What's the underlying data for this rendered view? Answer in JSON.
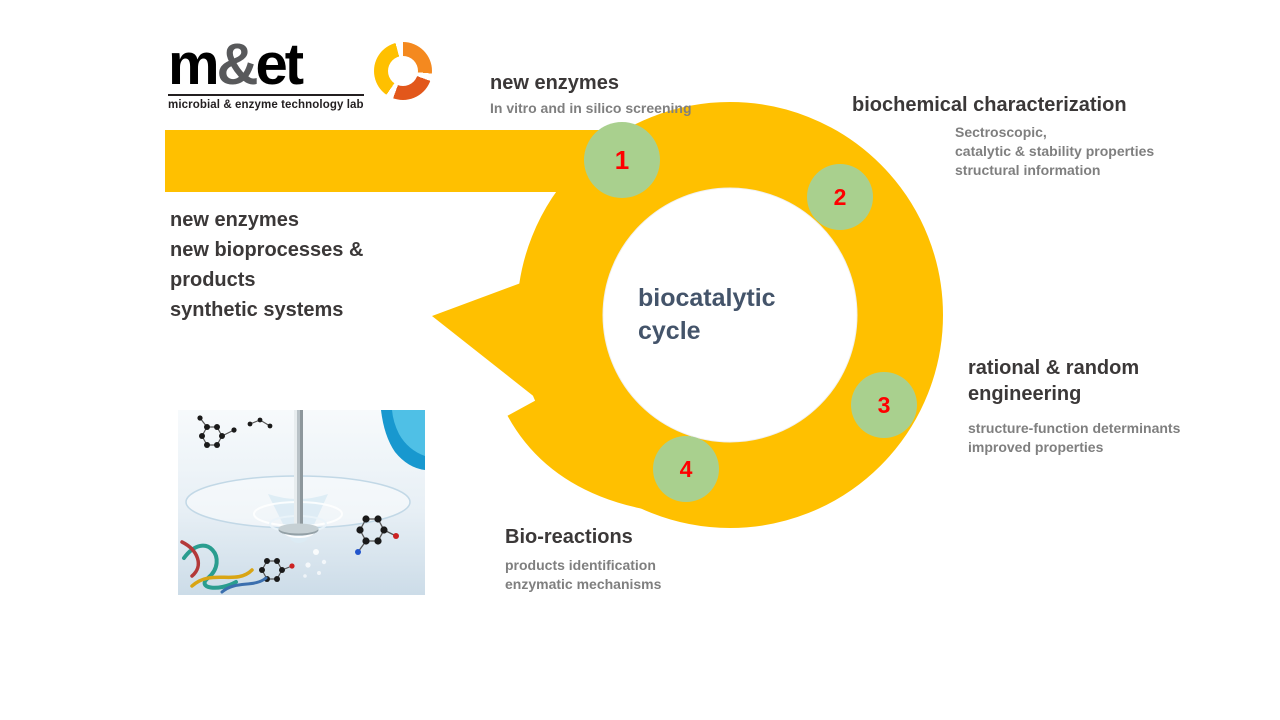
{
  "logo": {
    "word_m": "m",
    "word_amp": "&",
    "word_et": "et",
    "subtitle": "microbial & enzyme technology lab"
  },
  "center": {
    "line1": "biocatalytic",
    "line2": "cycle"
  },
  "steps": [
    {
      "number": "1",
      "title": "new enzymes",
      "lines": [
        "In vitro and in silico screening"
      ]
    },
    {
      "number": "2",
      "title": "biochemical characterization",
      "lines": [
        "Sectroscopic,",
        "catalytic & stability properties",
        "structural information"
      ]
    },
    {
      "number": "3",
      "title": "rational & random engineering",
      "lines": [
        "structure-function determinants",
        "improved properties"
      ]
    },
    {
      "number": "4",
      "title": "Bio-reactions",
      "lines": [
        "products identification",
        "enzymatic mechanisms"
      ]
    }
  ],
  "outputs": [
    "new enzymes",
    "new bioprocesses &",
    "products",
    "synthetic systems"
  ],
  "colors": {
    "ring": "#FFC000",
    "step_circle": "#A9D08E",
    "step_number": "#FF0000",
    "heading": "#3B3838",
    "subtext": "#7F7F7F",
    "center_text": "#44546A"
  }
}
